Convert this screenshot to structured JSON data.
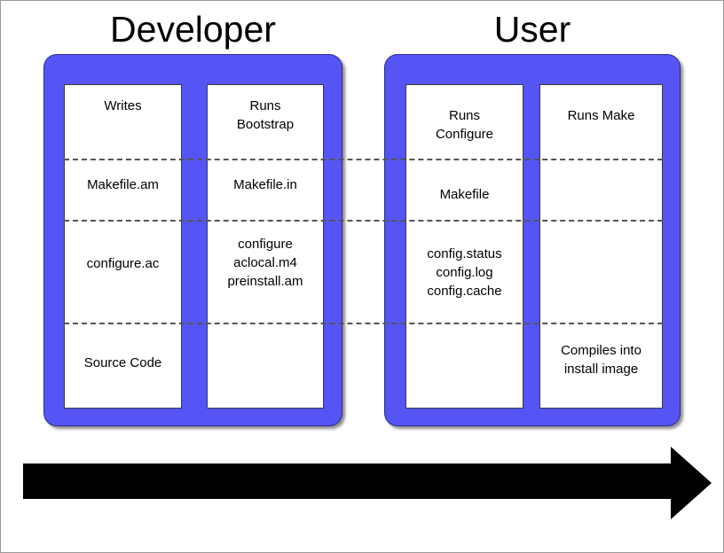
{
  "diagram": {
    "title_developer": "Developer",
    "title_user": "User",
    "accent_color": "#5555f5",
    "background_color": "#ffffff",
    "arrow_color": "#000000",
    "divider_style": "dashed",
    "columns": [
      {
        "id": "writes",
        "group": "Developer",
        "header": "Writes",
        "cells": [
          "Writes",
          "Makefile.am",
          "configure.ac",
          "Source Code"
        ]
      },
      {
        "id": "bootstrap",
        "group": "Developer",
        "header": "Runs\nBootstrap",
        "cells": [
          "Runs\nBootstrap",
          "Makefile.in",
          "configure\naclocal.m4\npreinstall.am",
          ""
        ]
      },
      {
        "id": "configure",
        "group": "User",
        "header": "Runs\nConfigure",
        "cells": [
          "Runs\nConfigure",
          "Makefile",
          "config.status\nconfig.log\nconfig.cache",
          ""
        ]
      },
      {
        "id": "make",
        "group": "User",
        "header": "Runs Make",
        "cells": [
          "Runs Make",
          "",
          "",
          "Compiles into\ninstall image"
        ]
      }
    ],
    "cells": {
      "writes_header": "Writes",
      "writes_makefile_am": "Makefile.am",
      "writes_configure_ac": "configure.ac",
      "writes_source_code": "Source Code",
      "bootstrap_header": "Runs\nBootstrap",
      "bootstrap_makefile_in": "Makefile.in",
      "bootstrap_autotools_outputs": "configure\naclocal.m4\npreinstall.am",
      "configure_header": "Runs\nConfigure",
      "configure_makefile": "Makefile",
      "configure_outputs": "config.status\nconfig.log\nconfig.cache",
      "make_header": "Runs Make",
      "make_compiles": "Compiles into\ninstall image"
    },
    "arrow": {
      "name": "left-to-right-flow-arrow",
      "direction": "right"
    }
  }
}
